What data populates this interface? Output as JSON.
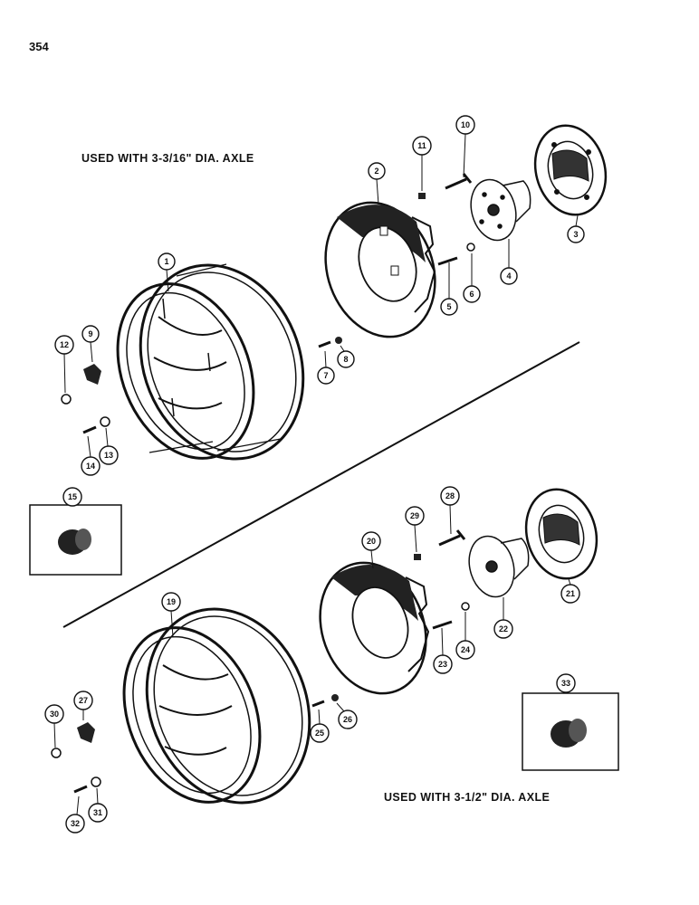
{
  "page": {
    "number": "354"
  },
  "captions": {
    "top": "USED WITH 3-3/16\" DIA. AXLE",
    "bottom": "USED WITH 3-1/2\" DIA. AXLE"
  },
  "callouts": {
    "c1": "1",
    "c2": "2",
    "c3": "3",
    "c4": "4",
    "c5": "5",
    "c6": "6",
    "c7": "7",
    "c8": "8",
    "c9": "9",
    "c10": "10",
    "c11": "11",
    "c12": "12",
    "c13": "13",
    "c14": "14",
    "c15": "15",
    "c19": "19",
    "c20": "20",
    "c21": "21",
    "c22": "22",
    "c23": "23",
    "c24": "24",
    "c25": "25",
    "c26": "26",
    "c27": "27",
    "c28": "28",
    "c29": "29",
    "c30": "30",
    "c31": "31",
    "c32": "32",
    "c33": "33"
  }
}
